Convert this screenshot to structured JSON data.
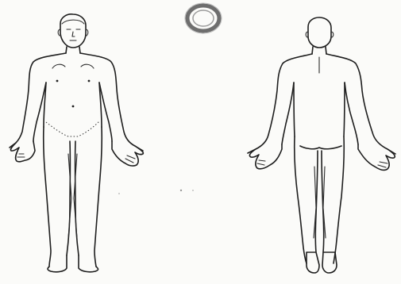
{
  "figure": {
    "views": [
      "front",
      "back"
    ],
    "marker": "ring",
    "colors": {
      "line": "#1e1e1e",
      "paper": "#fbfbf9",
      "ring": "#6e6e6e"
    }
  }
}
